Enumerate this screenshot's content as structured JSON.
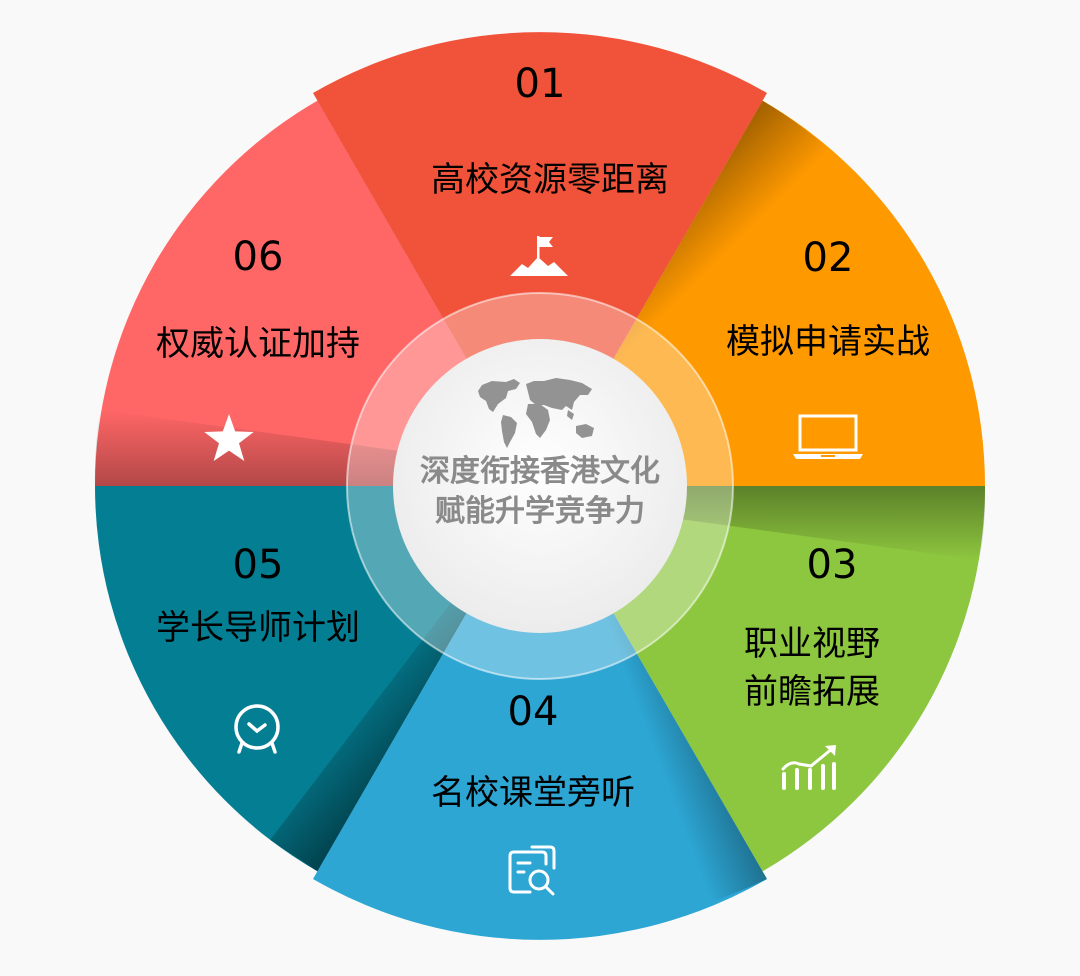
{
  "diagram": {
    "type": "radial-six-sector-wheel",
    "background": "#f9f9f9",
    "center": {
      "line1": "深度衔接香港文化",
      "line2": "赋能升学竞争力",
      "icon": "world-map-icon",
      "text_color": "#8a8a8a"
    },
    "sectors": [
      {
        "number": "01",
        "title": "高校资源零距离",
        "icon": "mountain-flag-icon",
        "color": "#f0533a"
      },
      {
        "number": "02",
        "title": "模拟申请实战",
        "icon": "laptop-icon",
        "color": "#ff9900"
      },
      {
        "number": "03",
        "title_line1": "职业视野",
        "title_line2": "前瞻拓展",
        "icon": "growth-chart-icon",
        "color": "#8dc63f"
      },
      {
        "number": "04",
        "title": "名校课堂旁听",
        "icon": "document-search-icon",
        "color": "#2da6d4"
      },
      {
        "number": "05",
        "title": "学长导师计划",
        "icon": "alarm-clock-icon",
        "color": "#047e93"
      },
      {
        "number": "06",
        "title": "权威认证加持",
        "icon": "star-icon",
        "color": "#ff6666"
      }
    ]
  }
}
